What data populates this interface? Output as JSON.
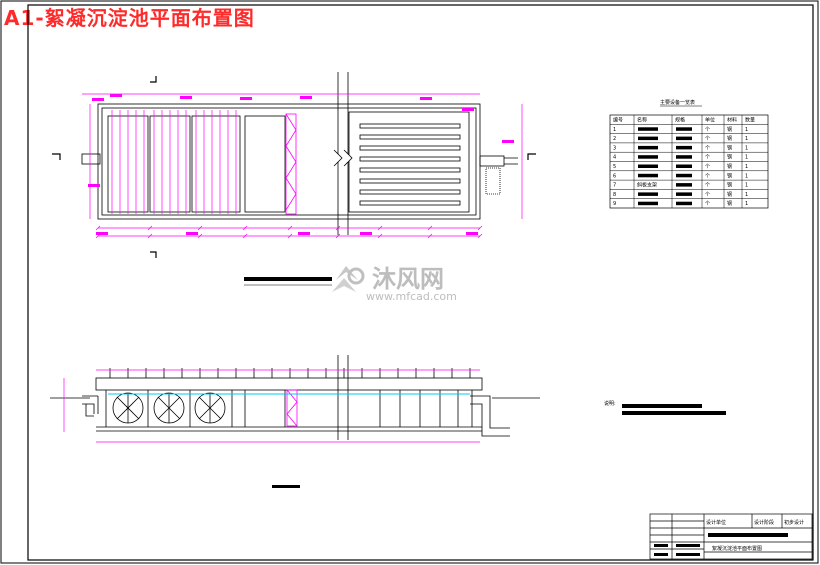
{
  "title": "A1-絮凝沉淀池平面布置图",
  "watermark": {
    "brand": "沐风网",
    "url": "www.mfcad.com"
  },
  "equipment_table": {
    "caption": "主要设备一览表",
    "headers": [
      "编号",
      "名称",
      "规格",
      "单位",
      "材料",
      "数量"
    ],
    "rows": [
      [
        "1",
        "",
        "",
        "个",
        "钢",
        "1"
      ],
      [
        "2",
        "",
        "",
        "个",
        "钢",
        "1"
      ],
      [
        "3",
        "",
        "",
        "个",
        "钢",
        "1"
      ],
      [
        "4",
        "",
        "",
        "个",
        "钢",
        "1"
      ],
      [
        "5",
        "",
        "",
        "个",
        "钢",
        "1"
      ],
      [
        "6",
        "",
        "",
        "个",
        "钢",
        "1"
      ],
      [
        "7",
        "斜板支架",
        "",
        "个",
        "钢",
        "1"
      ],
      [
        "8",
        "",
        "",
        "个",
        "钢",
        "1"
      ],
      [
        "9",
        "",
        "",
        "个",
        "钢",
        "1"
      ]
    ]
  },
  "notes_label": "说明:",
  "title_block": {
    "cells": [
      "设计单位",
      "设计阶段",
      "初步设计"
    ],
    "drawing_name": "絮凝沉淀池平面布置图"
  },
  "colors": {
    "title": "#ff2a2a",
    "dim": "#ff00ff",
    "line": "#000000",
    "water": "#00c8ff"
  }
}
